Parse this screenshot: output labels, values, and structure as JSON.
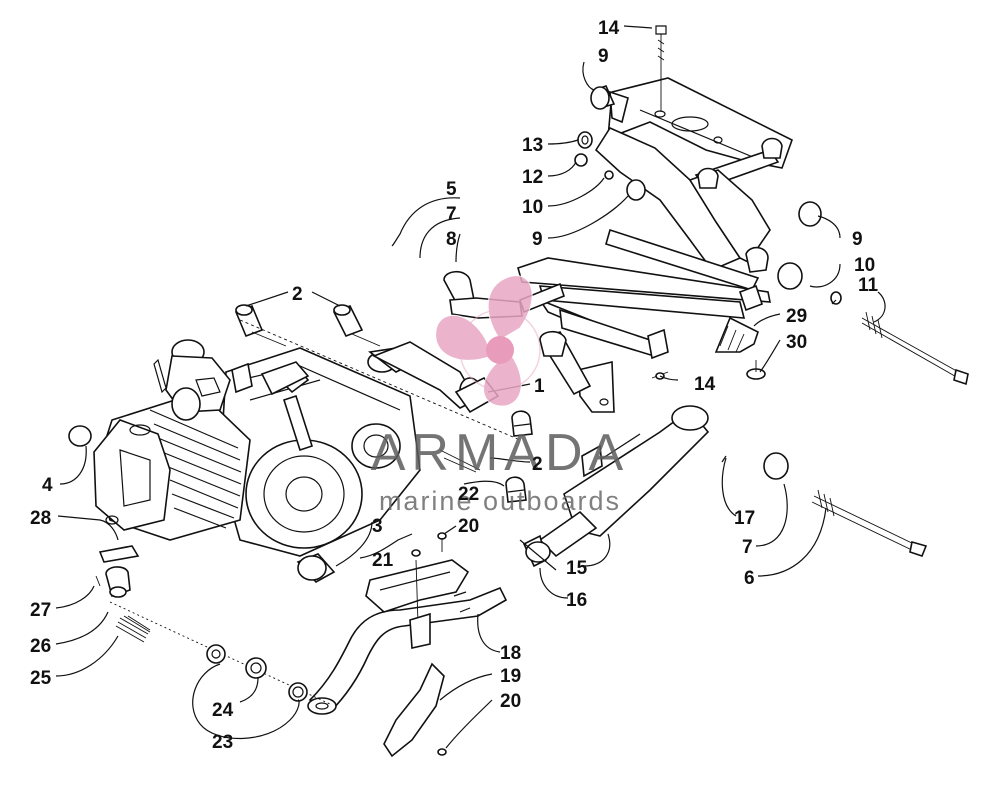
{
  "watermark": {
    "title": "ARMADA",
    "subtitle": "marine outboards",
    "logo_color": "#e8a8c4",
    "logo_center_color": "#e48ab0"
  },
  "callouts": {
    "c1": "1",
    "c2a": "2",
    "c2b": "2",
    "c3": "3",
    "c4": "4",
    "c5": "5",
    "c6": "6",
    "c7a": "7",
    "c7b": "7",
    "c8": "8",
    "c9a": "9",
    "c9b": "9",
    "c9c": "9",
    "c10a": "10",
    "c10b": "10",
    "c11": "11",
    "c12": "12",
    "c13": "13",
    "c14a": "14",
    "c14b": "14",
    "c15": "15",
    "c16": "16",
    "c17": "17",
    "c18": "18",
    "c19": "19",
    "c20a": "20",
    "c20b": "20",
    "c21": "21",
    "c22": "22",
    "c23": "23",
    "c24": "24",
    "c25": "25",
    "c26": "26",
    "c27": "27",
    "c28": "28",
    "c29": "29",
    "c30": "30"
  }
}
